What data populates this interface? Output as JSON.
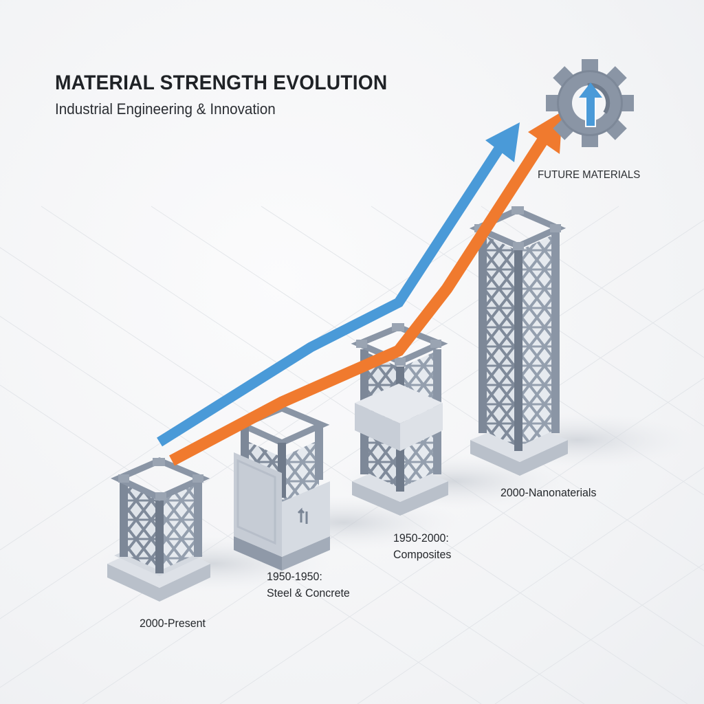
{
  "header": {
    "title": "MATERIAL STRENGTH EVOLUTION",
    "subtitle": "Industrial Engineering & Innovation"
  },
  "future": {
    "label": "FUTURE MATERIALS",
    "icon": "gear-with-up-arrow-icon"
  },
  "stages": [
    {
      "label": "2000-Present",
      "line2": "",
      "tower": "short-lattice-tower"
    },
    {
      "label": "1950-1950:",
      "line2": "Steel & Concrete",
      "tower": "concrete-encased-lattice-tower"
    },
    {
      "label": "1950-2000:",
      "line2": "Composites",
      "tower": "banded-lattice-tower"
    },
    {
      "label": "2000-Nanonaterials",
      "line2": "",
      "tower": "tall-lattice-tower"
    }
  ],
  "trend_lines": [
    {
      "name": "blue-trend-arrow",
      "color": "#4a9ad8"
    },
    {
      "name": "orange-trend-arrow",
      "color": "#f07a2e"
    }
  ],
  "colors": {
    "steel": "#8a95a5",
    "steel_dark": "#6f7a8a",
    "steel_light": "#b4bcc8",
    "base": "#c9ced6",
    "text": "#1f2226"
  }
}
